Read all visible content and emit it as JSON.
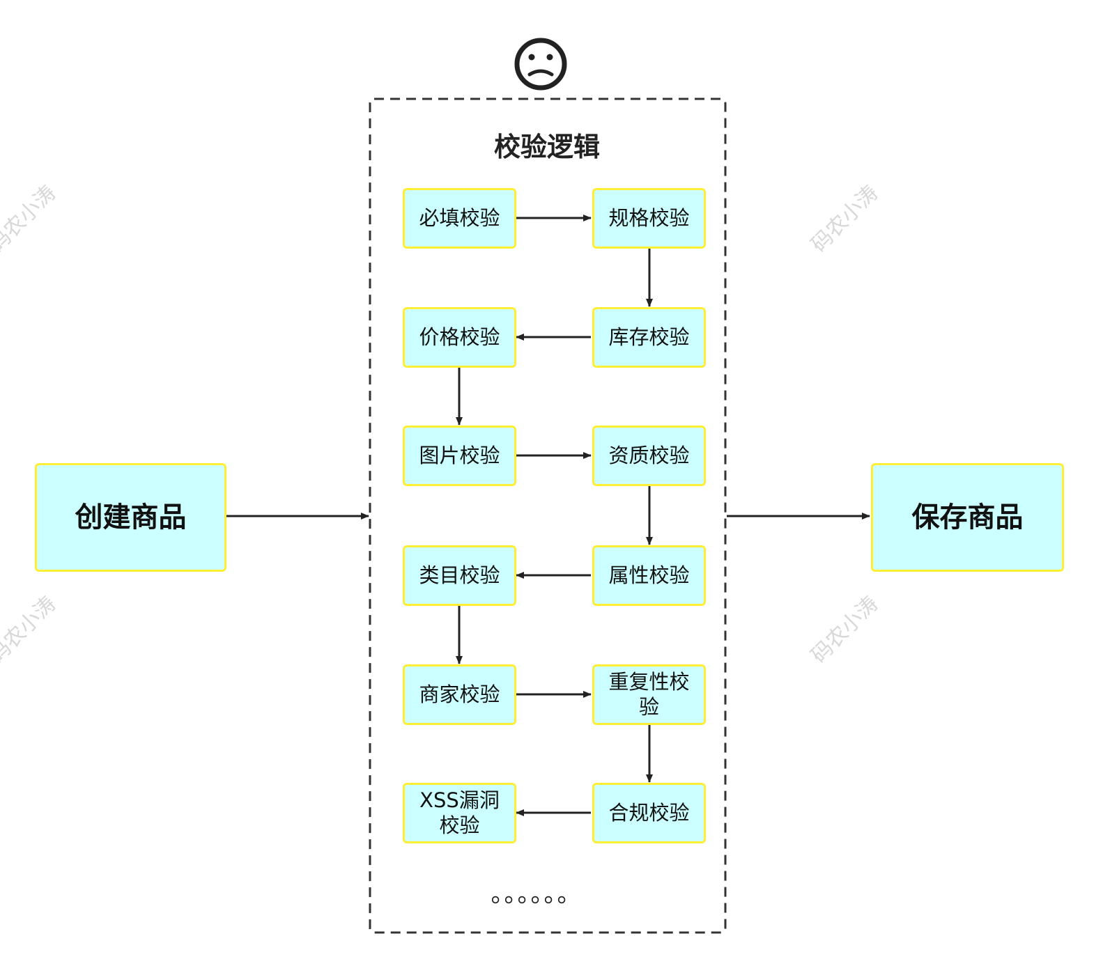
{
  "diagram": {
    "title": "校验逻辑",
    "start_node": "创建商品",
    "end_node": "保存商品",
    "steps": [
      "必填校验",
      "规格校验",
      "库存校验",
      "价格校验",
      "图片校验",
      "资质校验",
      "属性校验",
      "类目校验",
      "商家校验",
      "重复性校验",
      "合规校验",
      "XSS漏洞校验"
    ],
    "ellipsis": "。。。。。。",
    "face_icon": "sad-face-icon",
    "watermark": "码农小涛"
  },
  "colors": {
    "node_fill": "#ccffff",
    "node_border": "#ffee33",
    "arrow": "#222222",
    "dashed_border": "#333333"
  }
}
